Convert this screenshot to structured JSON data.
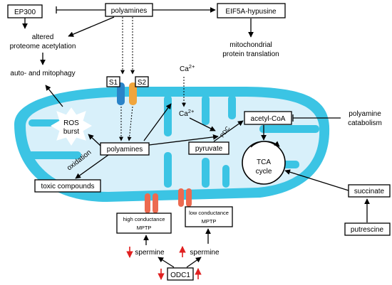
{
  "colors": {
    "membrane": "#3bc4e4",
    "matrix": "#d8f0fa",
    "channel_blue": "#2a83c8",
    "channel_orange": "#f0a53c",
    "mptp": "#ec6a50",
    "red_arrow": "#e02020"
  },
  "labels": {
    "ep300": "EP300",
    "polyamines_top": "polyamines",
    "eif5a": "EIF5A-hypusine",
    "altered_line1": "altered",
    "altered_line2": "proteome acetylation",
    "mito_line1": "mitochondrial",
    "mito_line2": "protein translation",
    "auto_mitophagy": "auto- and mitophagy",
    "s1": "S1",
    "s2": "S2",
    "ca_top": "Ca",
    "ca_top_sup": "2+",
    "ca_mid": "Ca",
    "ca_mid_sup": "2+",
    "ros_line1": "ROS",
    "ros_line2": "burst",
    "polyamines_mid": "polyamines",
    "pyruvate": "pyruvate",
    "pdc": "PDC",
    "acetyl_coa": "acetyl-CoA",
    "tca_line1": "TCA",
    "tca_line2": "cycle",
    "catabolism_line1": "polyamine",
    "catabolism_line2": "catabolism",
    "oxidation": "oxidation",
    "toxic": "toxic compounds",
    "high_cond_line1": "high conductance",
    "high_cond_line2": "MPTP",
    "low_cond_line1": "low conductance",
    "low_cond_line2": "MPTP",
    "succinate": "succinate",
    "putrescine": "putrescine",
    "spermine_left": "spermine",
    "spermine_right": "spermine",
    "odc1": "ODC1"
  }
}
